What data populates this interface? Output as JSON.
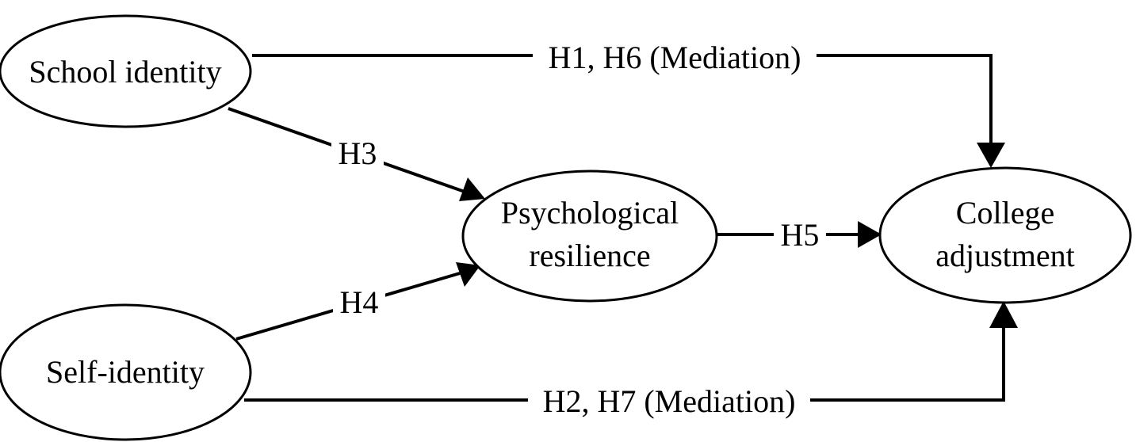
{
  "diagram": {
    "nodes": {
      "school_identity": {
        "lines": [
          "School identity"
        ]
      },
      "self_identity": {
        "lines": [
          "Self-identity"
        ]
      },
      "psychological_resilience": {
        "lines": [
          "Psychological",
          "resilience"
        ]
      },
      "college_adjustment": {
        "lines": [
          "College",
          "adjustment"
        ]
      }
    },
    "edges": {
      "h1_h6": {
        "label": "H1, H6 (Mediation)",
        "from": "School identity",
        "to": "College adjustment"
      },
      "h2_h7": {
        "label": "H2, H7 (Mediation)",
        "from": "Self-identity",
        "to": "College adjustment"
      },
      "h3": {
        "label": "H3",
        "from": "School identity",
        "to": "Psychological resilience"
      },
      "h4": {
        "label": "H4",
        "from": "Self-identity",
        "to": "Psychological resilience"
      },
      "h5": {
        "label": "H5",
        "from": "Psychological resilience",
        "to": "College adjustment"
      }
    }
  }
}
